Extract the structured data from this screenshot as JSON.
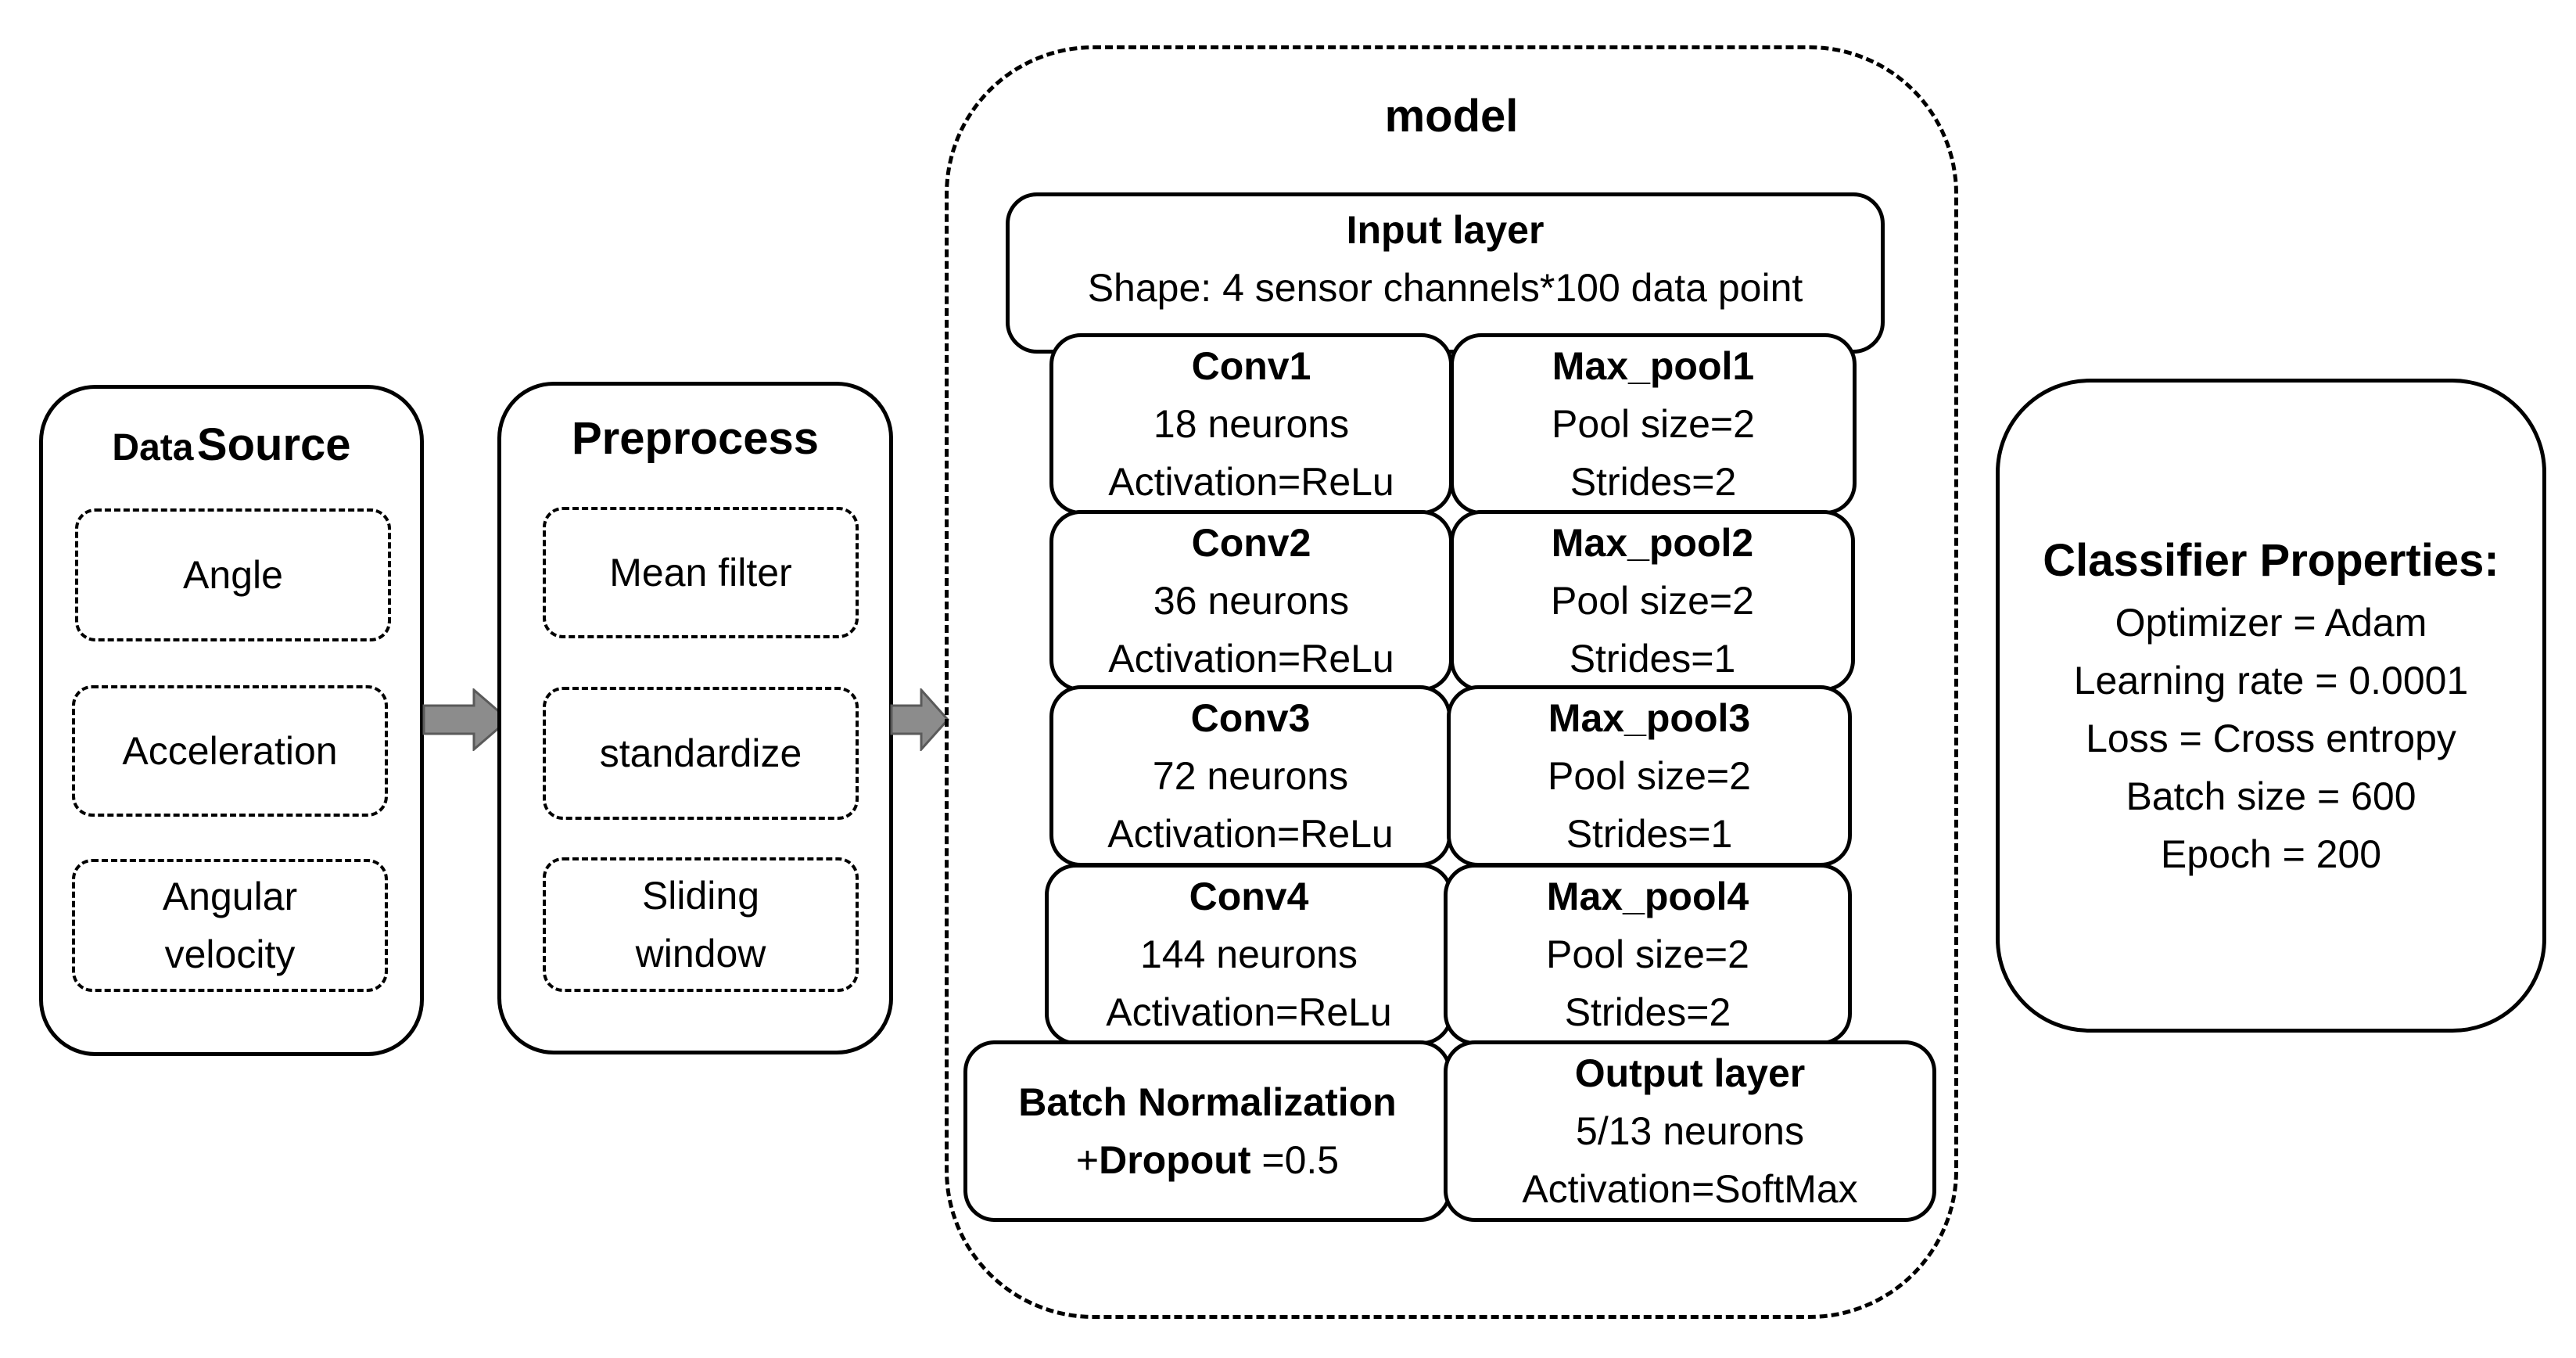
{
  "data_source": {
    "title_small": "Data",
    "title_big": "Source",
    "items": [
      "Angle",
      "Acceleration",
      "Angular",
      "velocity"
    ]
  },
  "preprocess": {
    "title": "Preprocess",
    "items": [
      "Mean filter",
      "standardize",
      "Sliding",
      "window"
    ]
  },
  "model": {
    "title": "model",
    "input_layer": {
      "title": "Input layer",
      "shape": "Shape: 4 sensor channels*100 data point"
    },
    "conv_layers": [
      {
        "name": "Conv1",
        "neurons": "18 neurons",
        "activation": "Activation=ReLu"
      },
      {
        "name": "Conv2",
        "neurons": "36 neurons",
        "activation": "Activation=ReLu"
      },
      {
        "name": "Conv3",
        "neurons": "72 neurons",
        "activation": "Activation=ReLu"
      },
      {
        "name": "Conv4",
        "neurons": "144 neurons",
        "activation": "Activation=ReLu"
      }
    ],
    "pool_layers": [
      {
        "name": "Max_pool1",
        "pool_size": "Pool size=2",
        "strides": "Strides=2"
      },
      {
        "name": "Max_pool2",
        "pool_size": "Pool size=2",
        "strides": "Strides=1"
      },
      {
        "name": "Max_pool3",
        "pool_size": "Pool size=2",
        "strides": "Strides=1"
      },
      {
        "name": "Max_pool4",
        "pool_size": "Pool size=2",
        "strides": "Strides=2"
      }
    ],
    "batch_norm": {
      "title": "Batch Normalization",
      "prefix": "+",
      "dropout_label": "Dropout",
      "dropout_value": " =0.5"
    },
    "output_layer": {
      "title": "Output layer",
      "neurons": "5/13 neurons",
      "activation": "Activation=SoftMax"
    }
  },
  "classifier": {
    "title": "Classifier Properties:",
    "properties": [
      "Optimizer = Adam",
      "Learning rate = 0.0001",
      "Loss = Cross entropy",
      "Batch size = 600",
      "Epoch = 200"
    ]
  },
  "colors": {
    "arrow_fill": "#8c8c8c",
    "arrow_stroke": "#5a5a5a",
    "border": "#000000"
  }
}
